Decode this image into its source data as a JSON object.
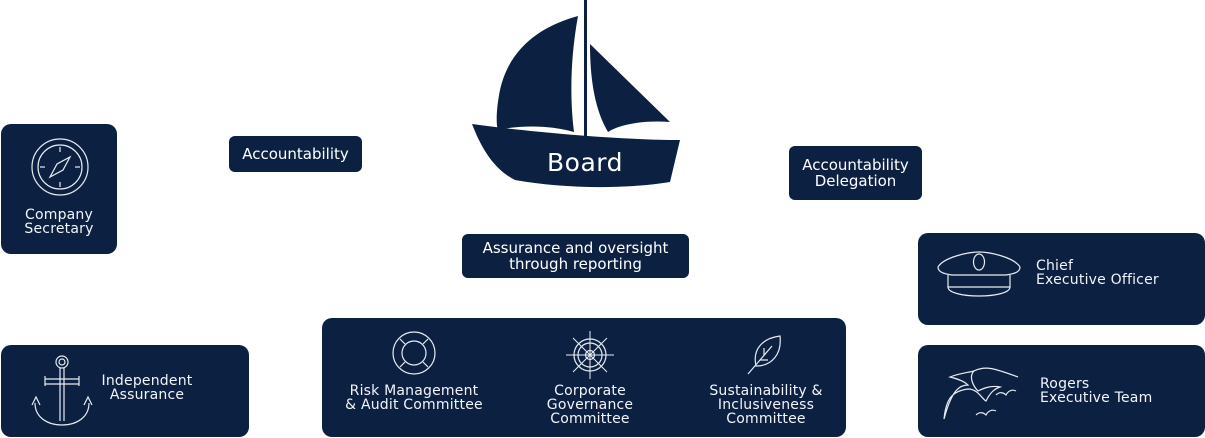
{
  "colors": {
    "navy": "#0c2142",
    "text": "#ffffff",
    "background": "#ffffff"
  },
  "board": {
    "label": "Board",
    "icon": "sailboat-icon"
  },
  "tags": {
    "accountability": "Accountability",
    "delegation": [
      "Accountability",
      "Delegation"
    ],
    "assurance": [
      "Assurance and oversight",
      "through reporting"
    ]
  },
  "company_secretary": {
    "lines": [
      "Company",
      "Secretary"
    ],
    "icon": "compass-icon"
  },
  "independent_assurance": {
    "lines": [
      "Independent",
      "Assurance"
    ],
    "icon": "anchor-icon"
  },
  "committees": [
    {
      "lines": [
        "Risk Management",
        "& Audit Committee"
      ],
      "icon": "lifebuoy-icon"
    },
    {
      "lines": [
        "Corporate",
        "Governance",
        "Committee"
      ],
      "icon": "ship-wheel-icon"
    },
    {
      "lines": [
        "Sustainability &",
        "Inclusiveness",
        "Committee"
      ],
      "icon": "leaf-icon"
    }
  ],
  "ceo": {
    "lines": [
      "Chief",
      "Executive Officer"
    ],
    "icon": "captain-hat-icon"
  },
  "exec_team": {
    "lines": [
      "Rogers",
      "Executive Team"
    ],
    "icon": "seagulls-icon"
  }
}
